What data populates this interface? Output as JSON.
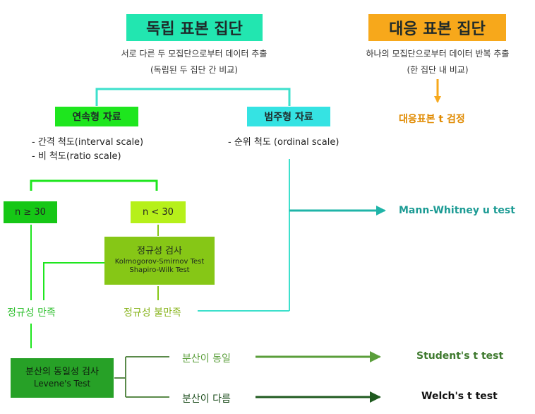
{
  "independent": {
    "title": "독립 표본 집단",
    "desc1": "서로 다른 두 모집단으로부터 데이터 추출",
    "desc2": "(독립된 두 집단 간 비교)"
  },
  "paired": {
    "title": "대응 표본 집단",
    "desc1": "하나의 모집단으로부터 데이터 반복 추출",
    "desc2": "(한 집단 내 비교)",
    "test": "대응표본 t 검정"
  },
  "continuous": {
    "label": "연속형 자료",
    "item1": "- 간격 척도(interval scale)",
    "item2": "- 비 척도(ratio scale)"
  },
  "categorical": {
    "label": "범주형 자료",
    "item1": "- 순위 척도 (ordinal scale)"
  },
  "sample_size": {
    "large": "n ≥ 30",
    "small": "n < 30"
  },
  "normality_test": {
    "title": "정규성 검사",
    "line1": "Kolmogorov-Smirnov Test",
    "line2": "Shapiro-Wilk Test"
  },
  "normality_results": {
    "satisfied": "정규성 만족",
    "not_satisfied": "정규성 불만족"
  },
  "mann_whitney": "Mann-Whitney u test",
  "variance_test": {
    "title": "분산의 동일성 검사",
    "subtitle": "Levene's Test"
  },
  "variance_results": {
    "equal": "분산이 동일",
    "unequal": "분산이 다름"
  },
  "tests": {
    "student": "Student's t test",
    "welch": "Welch's t test"
  },
  "colors": {
    "teal_box": "#22e6b0",
    "orange_box": "#f7a81b",
    "green_box": "#1ee61e",
    "cyan_box": "#35e3e3",
    "small_n_box": "#b6f01a",
    "large_n_box": "#16c716",
    "normality_box": "#86c716",
    "variance_box": "#27a127",
    "teal_line": "#3de0cc",
    "teal_text": "#1c9b94",
    "orange_text": "#e08a00",
    "olive_text": "#8ab520",
    "green_text": "#30c030",
    "dark_green": "#2f6b2f",
    "darker_green": "#1f4f1f"
  }
}
